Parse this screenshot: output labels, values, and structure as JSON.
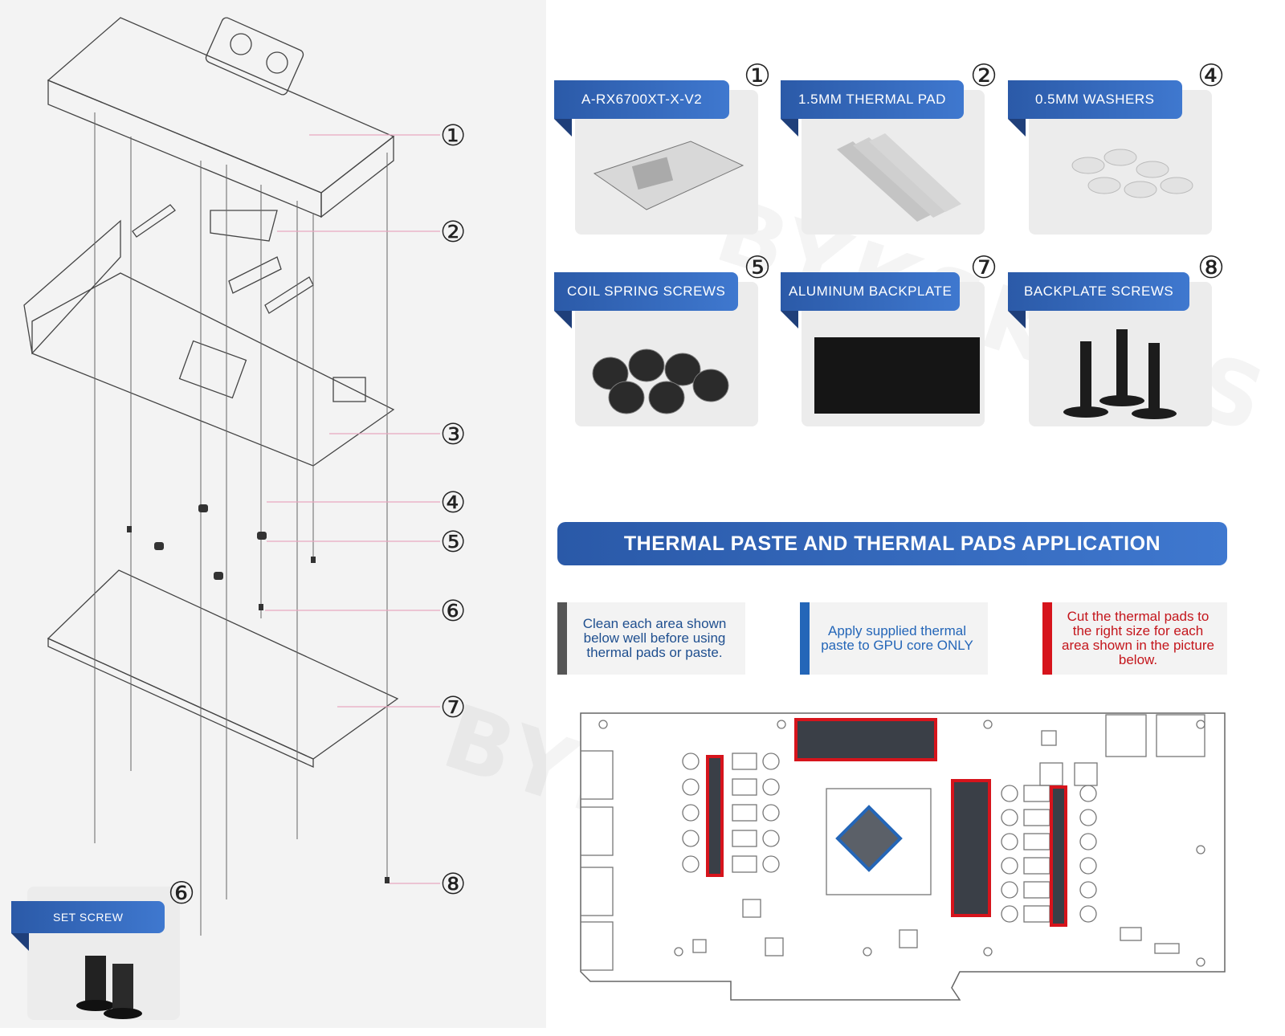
{
  "parts": [
    {
      "num": "①",
      "label": "A-RX6700XT-X-V2"
    },
    {
      "num": "②",
      "label": "1.5MM THERMAL PAD"
    },
    {
      "num": "④",
      "label": "0.5MM WASHERS"
    },
    {
      "num": "⑤",
      "label": "COIL SPRING SCREWS"
    },
    {
      "num": "⑦",
      "label": "ALUMINUM BACKPLATE"
    },
    {
      "num": "⑧",
      "label": "BACKPLATE SCREWS"
    }
  ],
  "set_screw": {
    "num": "⑥",
    "label": "SET SCREW"
  },
  "callouts": [
    "①",
    "②",
    "③",
    "④",
    "⑤",
    "⑥",
    "⑦",
    "⑧"
  ],
  "banner": "THERMAL PASTE AND THERMAL PADS APPLICATION",
  "notes": [
    {
      "text": "Clean each area shown below well before using thermal pads or paste.",
      "color": "#1f4f8f",
      "bar": "#555555"
    },
    {
      "text": "Apply supplied thermal paste to GPU core ONLY",
      "color": "#2466b8",
      "bar": "#2466b8"
    },
    {
      "text": "Cut the thermal pads to the right size for each area shown in the picture below.",
      "color": "#c4161c",
      "bar": "#d6141c"
    }
  ],
  "watermark": "BYKSKI.US",
  "colors": {
    "accent": "#2f63b3",
    "pad_outline": "#d6141c",
    "pad_fill": "#3a3f47",
    "gpu_outline": "#2466b8",
    "callout_line": "#e8a7c0"
  }
}
